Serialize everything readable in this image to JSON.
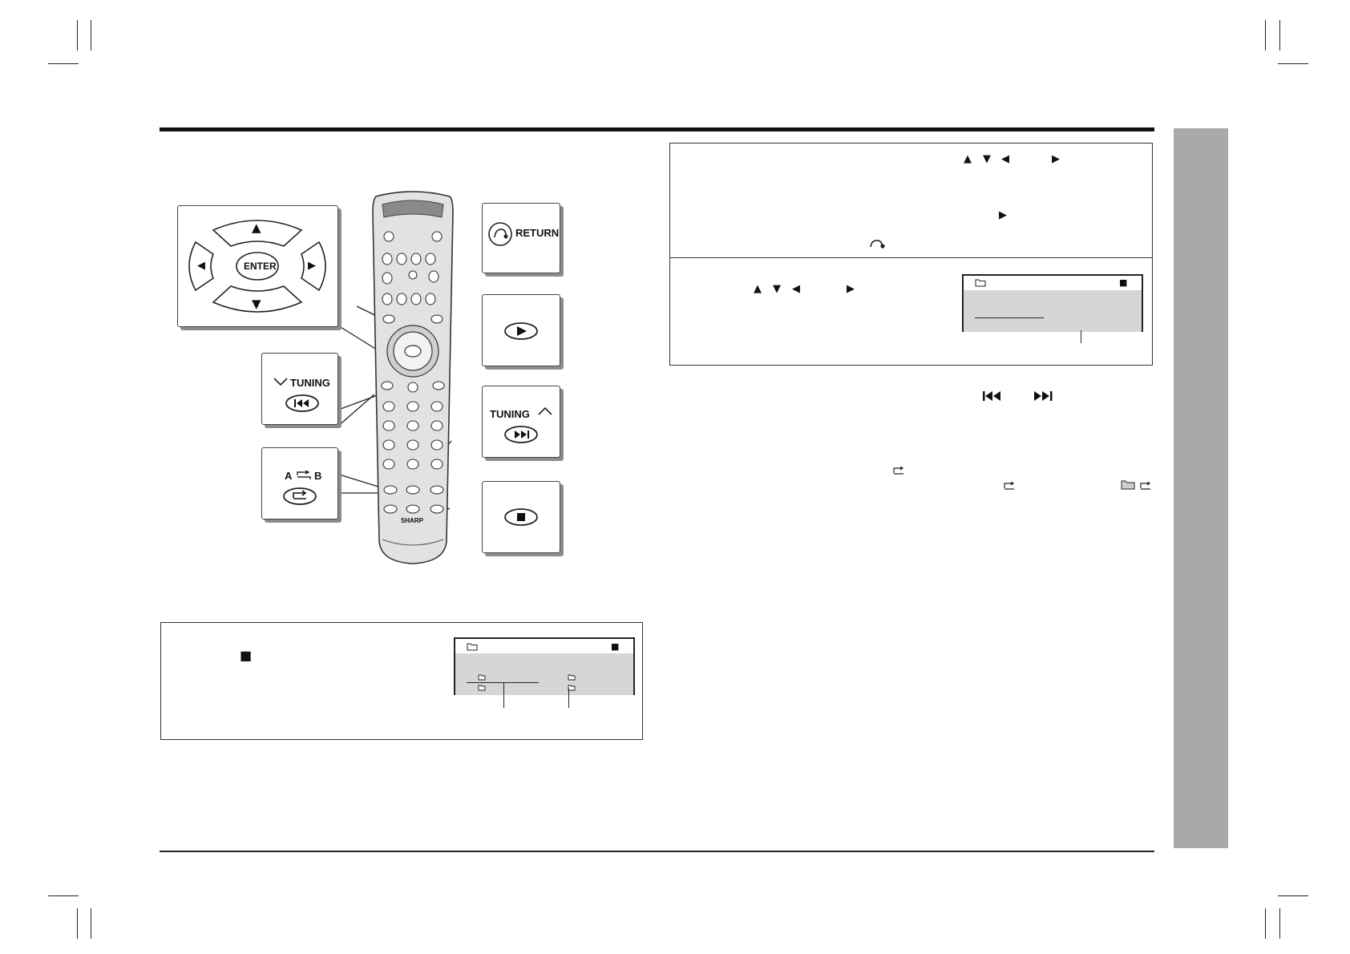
{
  "callouts": {
    "return_label": "RETURN",
    "enter_label": "ENTER",
    "tuning_down_label": "TUNING",
    "tuning_up_label": "TUNING",
    "ab_label_a": "A",
    "ab_label_b": "B"
  },
  "remote": {
    "brand": "SHARP"
  },
  "symbols": {
    "up": "▲",
    "down": "▼",
    "left": "◀",
    "right": "▶",
    "stop": "■",
    "prev": "⏮",
    "next": "⏭",
    "repeat": "⮎"
  },
  "colors": {
    "side_tab": "#a9a9a9",
    "rule": "#111111",
    "callout_shadow": "#8c8c8c",
    "screen_bg": "#d6d6d6"
  }
}
